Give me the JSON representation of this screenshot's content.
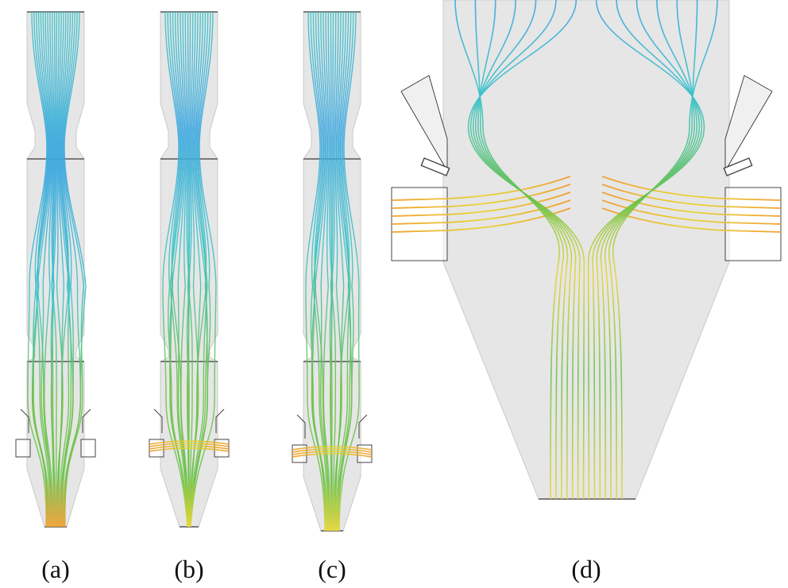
{
  "figure": {
    "panels": [
      {
        "id": "a",
        "label": "(a)",
        "pattern": "recirculating",
        "variant": "a"
      },
      {
        "id": "b",
        "label": "(b)",
        "pattern": "converging",
        "variant": "b"
      },
      {
        "id": "c",
        "label": "(c)",
        "pattern": "converging-narrow",
        "variant": "c"
      },
      {
        "id": "d",
        "label": "(d)",
        "pattern": "zoomed-nozzle-region",
        "variant": "d"
      }
    ],
    "colors": {
      "housing_fill": "#e6e6e6",
      "housing_edge": "#c9c9c9",
      "joint_line": "#555555",
      "nozzle_box": "#444444",
      "streamline_blue": "#3aa6e0",
      "streamline_cyan": "#3cc3c8",
      "streamline_green": "#6cc24a",
      "streamline_yellow": "#e6d63a",
      "streamline_orange": "#f0a030"
    }
  }
}
